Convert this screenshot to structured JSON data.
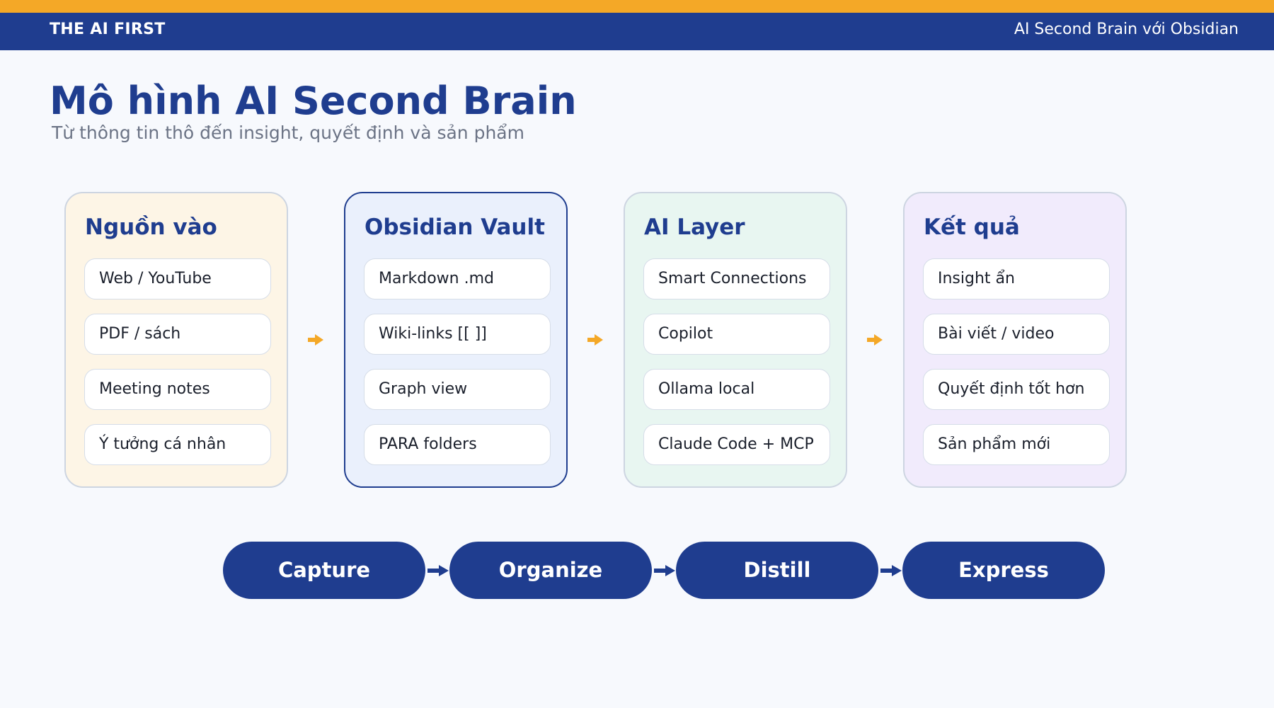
{
  "header": {
    "brand": "THE AI FIRST",
    "deck_title": "AI Second Brain với Obsidian"
  },
  "slide": {
    "title": "Mô hình AI Second Brain",
    "subtitle": "Từ thông tin thô đến insight, quyết định và sản phẩm"
  },
  "columns": [
    {
      "title": "Nguồn vào",
      "bg": "#fdf5e6",
      "items": [
        "Web / YouTube",
        "PDF / sách",
        "Meeting notes",
        "Ý tưởng cá nhân"
      ]
    },
    {
      "title": "Obsidian Vault",
      "bg": "#eaf0fc",
      "items": [
        "Markdown .md",
        "Wiki-links [[ ]]",
        "Graph view",
        "PARA folders"
      ]
    },
    {
      "title": "AI Layer",
      "bg": "#e8f6f1",
      "items": [
        "Smart Connections",
        "Copilot",
        "Ollama local",
        "Claude Code + MCP"
      ]
    },
    {
      "title": "Kết quả",
      "bg": "#f1ebfc",
      "items": [
        "Insight ẩn",
        "Bài viết / video",
        "Quyết định tốt hơn",
        "Sản phẩm mới"
      ]
    }
  ],
  "steps": [
    "Capture",
    "Organize",
    "Distill",
    "Express"
  ],
  "colors": {
    "accent": "#f4a827",
    "brand_navy": "#1f3d8f"
  }
}
